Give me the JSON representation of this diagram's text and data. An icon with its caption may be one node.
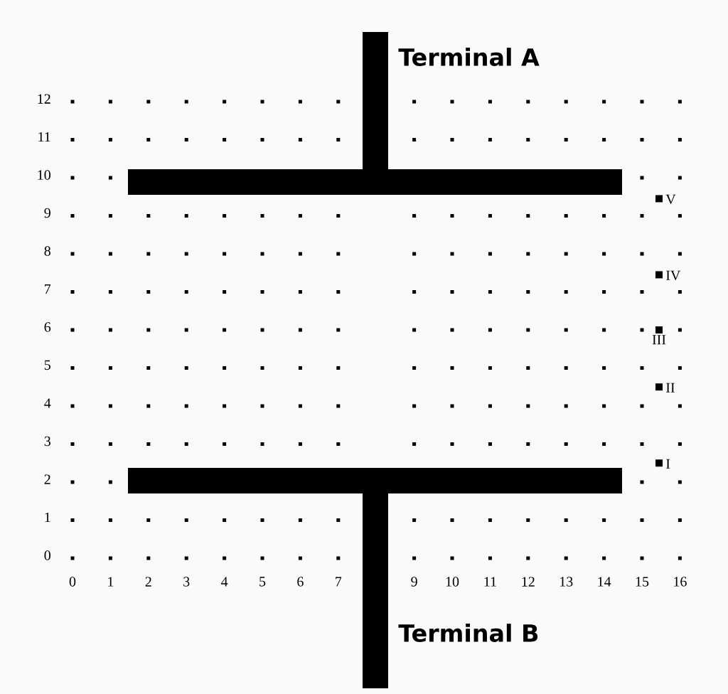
{
  "diagram": {
    "nodes": [
      {
        "text": [
          "Terminal A"
        ]
      },
      {
        "text": [
          "Terminal B"
        ]
      },
      {
        "text": [],
        "shape": "box",
        "beside": [
          "V"
        ]
      },
      {
        "text": [],
        "shape": "box",
        "beside": [
          "IV"
        ]
      },
      {
        "text": [],
        "shape": "box",
        "beside": [
          "III"
        ]
      },
      {
        "text": [],
        "shape": "box",
        "beside": [
          "II"
        ]
      },
      {
        "text": [],
        "shape": "box",
        "beside": [
          "I"
        ]
      }
    ],
    "labels": [
      "12",
      "11",
      "10",
      "9",
      "8",
      "7",
      "6",
      "5",
      "4",
      "3",
      "2",
      "1",
      "0",
      "0",
      "1",
      "2",
      "3",
      "4",
      "5",
      "6",
      "7",
      "9",
      "10",
      "11",
      "12",
      "13",
      "14",
      "15",
      "16"
    ]
  }
}
